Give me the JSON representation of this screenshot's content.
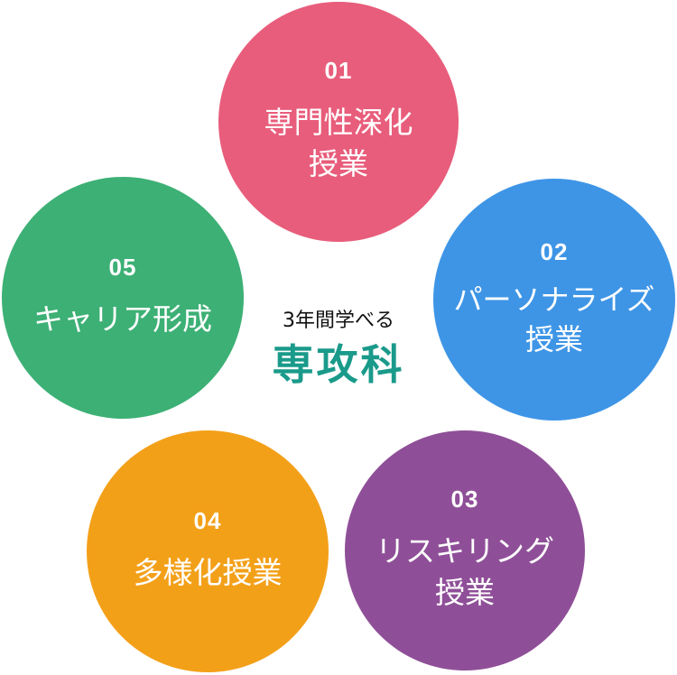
{
  "colors": {
    "circle_01": "#E85D7B",
    "circle_02": "#3E95E6",
    "circle_03": "#8F4F98",
    "circle_04": "#F3A019",
    "circle_05": "#3DB075",
    "center_title": "#1A9A8A",
    "circle_text": "#FFFFFF"
  },
  "center": {
    "subtitle": "3年間学べる",
    "title": "専攻科"
  },
  "circles": [
    {
      "number": "01",
      "lines": [
        "専門性深化",
        "授業"
      ]
    },
    {
      "number": "02",
      "lines": [
        "パーソナライズ",
        "授業"
      ]
    },
    {
      "number": "03",
      "lines": [
        "リスキリング",
        "授業"
      ]
    },
    {
      "number": "04",
      "lines": [
        "多様化授業"
      ]
    },
    {
      "number": "05",
      "lines": [
        "キャリア形成"
      ]
    }
  ]
}
